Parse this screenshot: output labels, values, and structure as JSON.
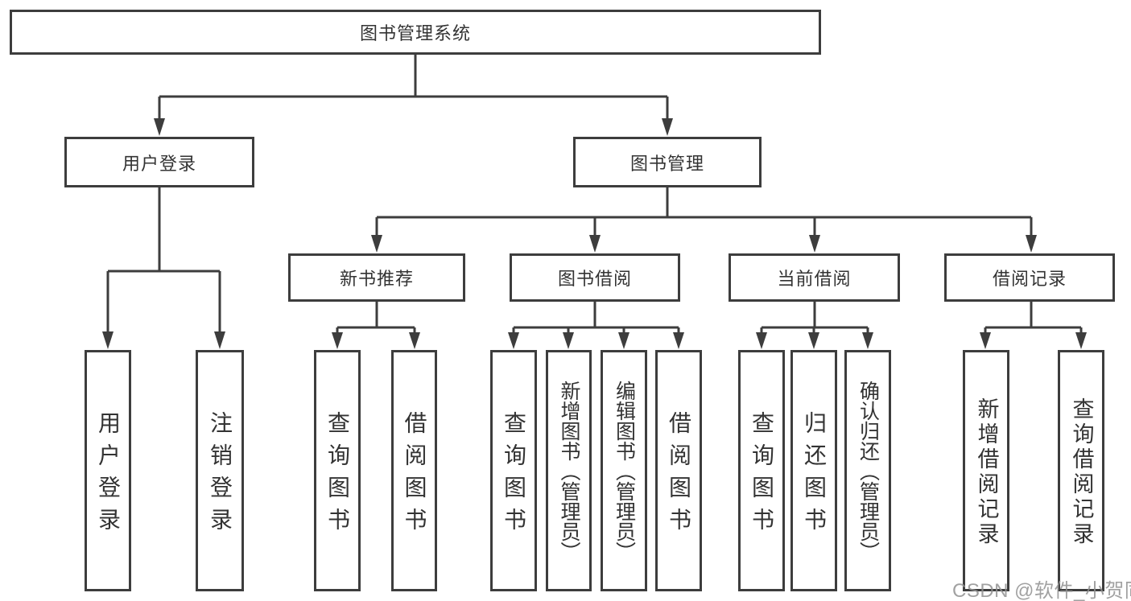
{
  "tree": {
    "root": "图书管理系统",
    "children": [
      {
        "label": "用户登录",
        "children": [
          "用户登录",
          "注销登录"
        ]
      },
      {
        "label": "图书管理",
        "children": [
          {
            "label": "新书推荐",
            "children": [
              "查询图书",
              "借阅图书"
            ]
          },
          {
            "label": "图书借阅",
            "children": [
              "查询图书",
              "新增图书（管理员）",
              "编辑图书（管理员）",
              "借阅图书"
            ]
          },
          {
            "label": "当前借阅",
            "children": [
              "查询图书",
              "归还图书",
              "确认归还（管理员）"
            ]
          },
          {
            "label": "借阅记录",
            "children": [
              "新增借阅记录",
              "查询借阅记录"
            ]
          }
        ]
      }
    ]
  },
  "watermark": "CSDN @软件_小贺同学",
  "colors": {
    "line": "#3d3d3d",
    "box_border": "#3d3d3d",
    "text": "#333333",
    "watermark": "#919191",
    "background": "#ffffff"
  }
}
